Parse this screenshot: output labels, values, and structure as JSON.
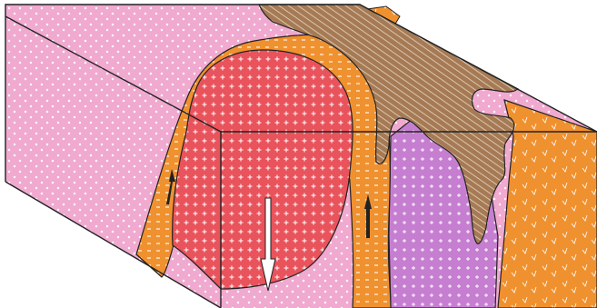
{
  "figure": {
    "description_visible_text": "",
    "units": {
      "pink_host": {
        "color": "#f0a9cf",
        "pattern": "white-cross"
      },
      "red_intrusion": {
        "color": "#e9535c",
        "pattern": "white-plus"
      },
      "orange_dikes": {
        "color": "#f0912f",
        "pattern": "white-dash"
      },
      "brown_cover": {
        "color": "#a57a55",
        "pattern": "diagonal-hatch"
      },
      "purple_intrusion": {
        "color": "#c67fd0",
        "pattern": "white-plus"
      },
      "orange_wall_symbols": {
        "color": "#f0912f",
        "pattern": "v-symbols"
      }
    },
    "arrows": [
      {
        "name": "subsidence-arrow",
        "direction": "down",
        "fill": "#ffffff"
      },
      {
        "name": "dike-arrow-left",
        "direction": "up",
        "fill": "#222222"
      },
      {
        "name": "dike-arrow-right",
        "direction": "up",
        "fill": "#222222"
      }
    ],
    "outline_color": "#222222"
  }
}
